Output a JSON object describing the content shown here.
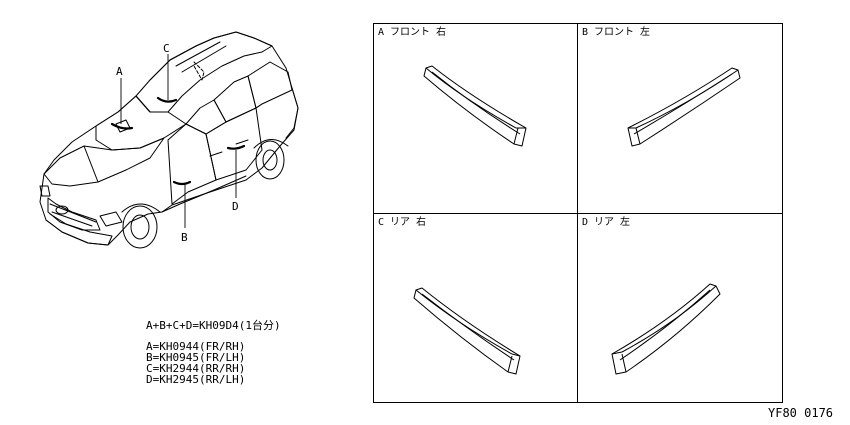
{
  "callouts": {
    "a": "A",
    "b": "B",
    "c": "C",
    "d": "D"
  },
  "panels": [
    {
      "id": "A",
      "label": "A フロント 右"
    },
    {
      "id": "B",
      "label": "B フロント 左"
    },
    {
      "id": "C",
      "label": "C リア 右"
    },
    {
      "id": "D",
      "label": "D リア 左"
    }
  ],
  "parts": {
    "set": "A+B+C+D=KH09D4(1台分)",
    "lines": [
      "A=KH0944(FR/RH)",
      "B=KH0945(FR/LH)",
      "C=KH2944(RR/RH)",
      "D=KH2945(RR/LH)"
    ]
  },
  "figure_code": "YF80 0176",
  "colors": {
    "line": "#000000",
    "background": "#ffffff"
  }
}
